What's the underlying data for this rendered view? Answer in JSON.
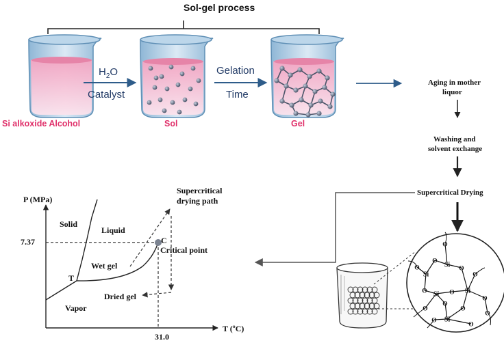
{
  "title": "Sol-gel process",
  "beakers": {
    "precursor_label": "Si alkoxide Alcohol",
    "sol_label": "Sol",
    "gel_label": "Gel"
  },
  "arrows": {
    "step1_top_prefix": "H",
    "step1_top_sub": "2",
    "step1_top_suffix": "O",
    "step1_bottom": "Catalyst",
    "step2_top": "Gelation",
    "step2_bottom": "Time"
  },
  "flow": {
    "aging_line1": "Aging in mother",
    "aging_line2": "liquor",
    "washing_line1": "Washing and",
    "washing_line2": "solvent exchange",
    "drying": "Supercritical Drying"
  },
  "phase_diagram": {
    "y_axis_label": "P (MPa)",
    "x_axis_label": "T (ºC)",
    "y_tick": "7.37",
    "x_tick": "31.0",
    "solid": "Solid",
    "liquid": "Liquid",
    "vapor": "Vapor",
    "wet_gel": "Wet gel",
    "dried_gel": "Dried gel",
    "triple_point": "T",
    "critical_letter": "C",
    "critical_point": "Critical point",
    "path_line1": "Supercritical",
    "path_line2": "drying path"
  },
  "network": {
    "si": "Si",
    "o": "O"
  },
  "colors": {
    "pink_label": "#e0306a",
    "navy_label": "#1f3864",
    "arrow_blue": "#2e5c8a",
    "liquid_pink": "#f4a9c4",
    "particle": "#5a6478"
  }
}
